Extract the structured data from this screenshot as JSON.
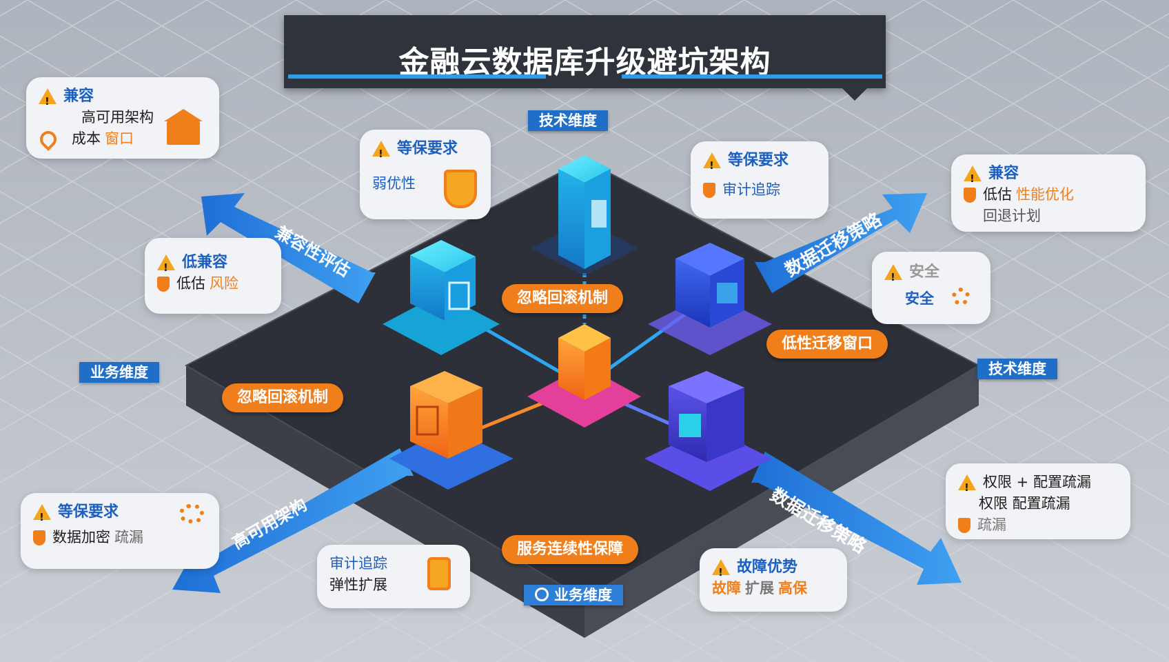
{
  "title": "金融云数据库升级避坑架构",
  "dimension_tags": {
    "tech_top": "技术维度",
    "business_left": "业务维度",
    "tech_right": "技术维度",
    "business_bottom": "业务维度"
  },
  "arrows": {
    "upper_left": "兼容性评估",
    "upper_right": "数据迁移策略",
    "lower_right": "数据迁移策略",
    "lower_left": "高可用架构"
  },
  "pills": {
    "ignore_rollback_top": "忽略回滚机制",
    "low_perf_window": "低性迁移窗口",
    "ignore_rollback_left": "忽略回滚机制",
    "service_continuity": "服务连续性保障"
  },
  "cards": {
    "top_left": {
      "head": "兼容",
      "line1": "高可用架构",
      "line2_a": "成本",
      "line2_b": "窗口"
    },
    "mid_left": {
      "head": "低兼容",
      "line1_a": "低估",
      "line1_b": "风险"
    },
    "compliance_a": {
      "head": "等保要求",
      "line1": "弱优性"
    },
    "compliance_b": {
      "head": "等保要求",
      "line1": "审计追踪"
    },
    "top_right": {
      "head": "兼容",
      "line1_a": "低估",
      "line1_b": "性能优化",
      "line2": "回退计划"
    },
    "mid_right": {
      "head": "安全",
      "line1": "安全"
    },
    "bottom_left": {
      "head": "等保要求",
      "line1_a": "数据加密",
      "line1_b": "疏漏"
    },
    "bottom_mid": {
      "line1": "审计追踪",
      "line2": "弹性扩展"
    },
    "bottom_center": {
      "head": "故障优势",
      "line1_a": "故障",
      "line1_b": "扩展",
      "line1_c": "高保"
    },
    "bottom_right": {
      "line1": "权限 + 配置疏漏",
      "line2": "权限 配置疏漏",
      "line3": "疏漏"
    }
  },
  "colors": {
    "banner": "#2f333b",
    "accent_blue": "#1f6fc9",
    "accent_orange": "#f07e1b",
    "warning_yellow": "#f4a51c",
    "platform": "#2d3038"
  },
  "icons": [
    "warning-icon",
    "shield-icon",
    "gear-icon",
    "building-icon",
    "location-pin-icon",
    "search-icon",
    "server-cube-icon"
  ]
}
